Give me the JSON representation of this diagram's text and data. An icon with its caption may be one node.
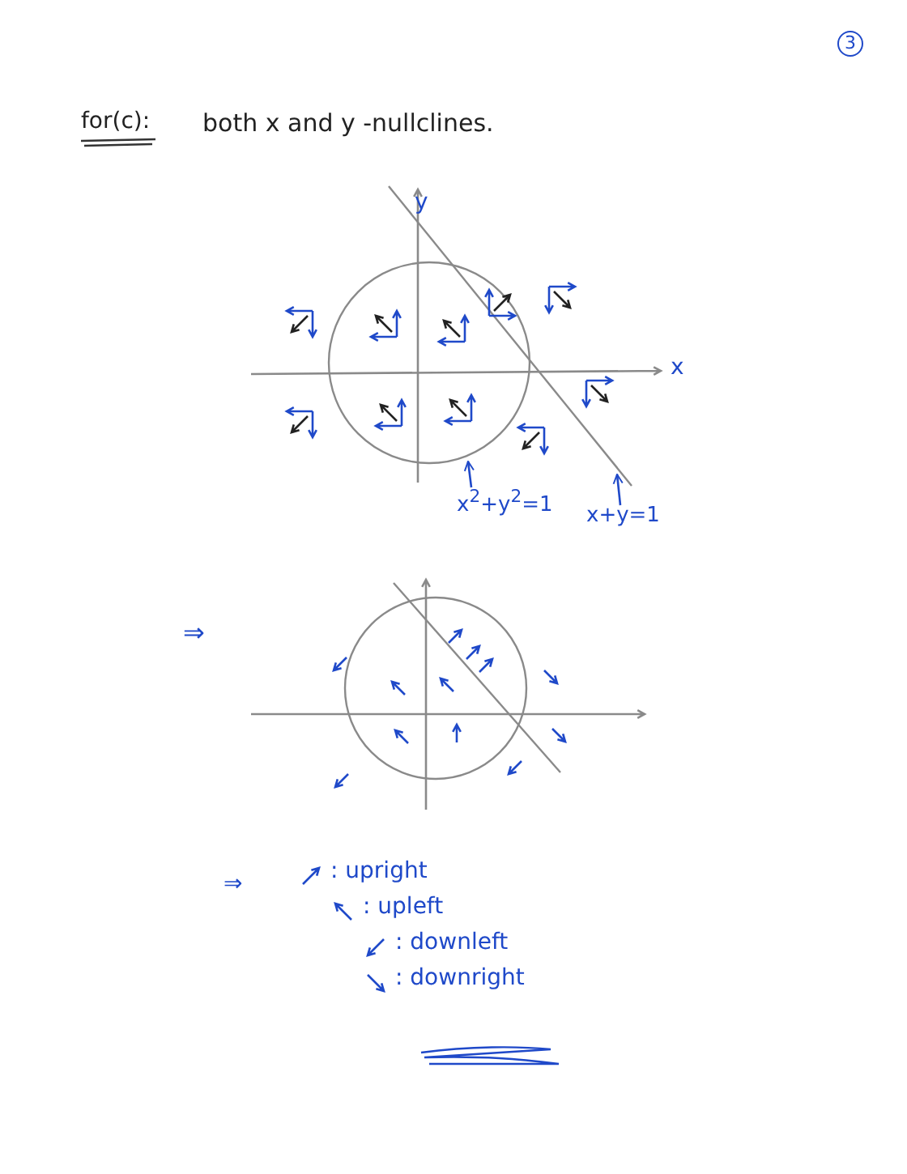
{
  "diagram": {
    "title": "both x and y -nullclines.",
    "nodes": [
      {
        "text": [],
        "shape": "circle"
      },
      {
        "text": [],
        "shape": "line"
      },
      {
        "text": [
          "x$^{2}$+y$^{2}$=1"
        ]
      },
      {
        "text": [
          "x+y=1"
        ]
      },
      {
        "text": [],
        "shape": "circle"
      },
      {
        "text": [],
        "shape": "line"
      }
    ],
    "edges": [
      {
        "from": 2,
        "to": 0,
        "arrow": "to"
      },
      {
        "from": 3,
        "to": 1,
        "arrow": "to"
      }
    ],
    "labels": [
      "3",
      "for(c):",
      "y",
      "x",
      "⇒",
      "⇒"
    ],
    "legend": [
      {
        "text": ": upright"
      },
      {
        "text": ": upleft"
      },
      {
        "text": ": downleft"
      },
      {
        "text": ": downright"
      }
    ]
  }
}
